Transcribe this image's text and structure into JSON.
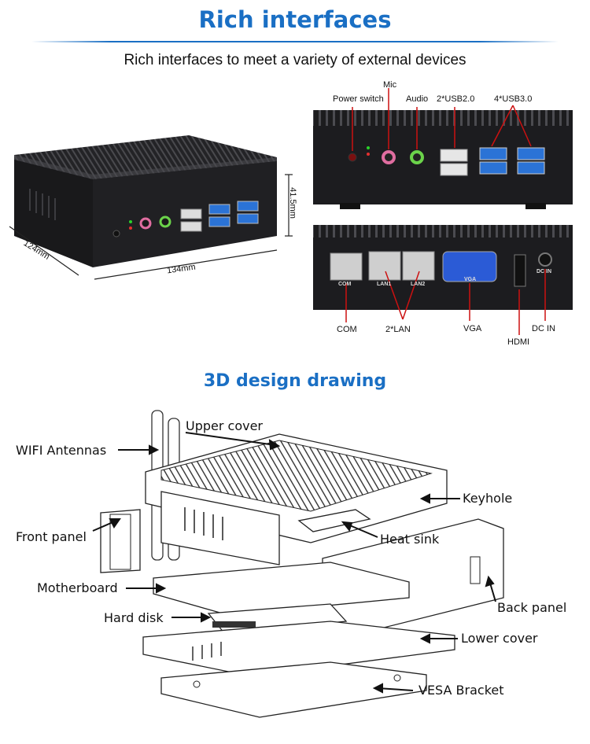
{
  "header": {
    "title": "Rich interfaces",
    "subtitle": "Rich interfaces to meet a variety of external devices"
  },
  "dimensions": {
    "depth": "124mm",
    "width": "134mm",
    "height": "41.5mm"
  },
  "front_panel": {
    "labels": {
      "power": "Power switch",
      "mic": "Mic",
      "audio": "Audio",
      "usb2": "2*USB2.0",
      "usb3": "4*USB3.0"
    }
  },
  "back_panel": {
    "labels": {
      "com": "COM",
      "lan": "2*LAN",
      "vga": "VGA",
      "hdmi": "HDMI",
      "dcin": "DC IN"
    },
    "port_text": {
      "com": "COM",
      "lan1": "LAN1",
      "lan2": "LAN2",
      "vga": "VGA",
      "dcin": "DC IN"
    }
  },
  "drawing": {
    "title": "3D design drawing",
    "parts": {
      "upper_cover": "Upper cover",
      "wifi_antennas": "WIFI Antennas",
      "front_panel": "Front panel",
      "motherboard": "Motherboard",
      "hard_disk": "Hard disk",
      "keyhole": "Keyhole",
      "heat_sink": "Heat sink",
      "back_panel": "Back panel",
      "lower_cover": "Lower cover",
      "vesa_bracket": "VESA Bracket"
    }
  },
  "colors": {
    "heading_blue": "#1a6fc4",
    "case_black": "#1b1b1d",
    "usb3_blue": "#2b73d6",
    "callout_red": "#cc1111"
  }
}
